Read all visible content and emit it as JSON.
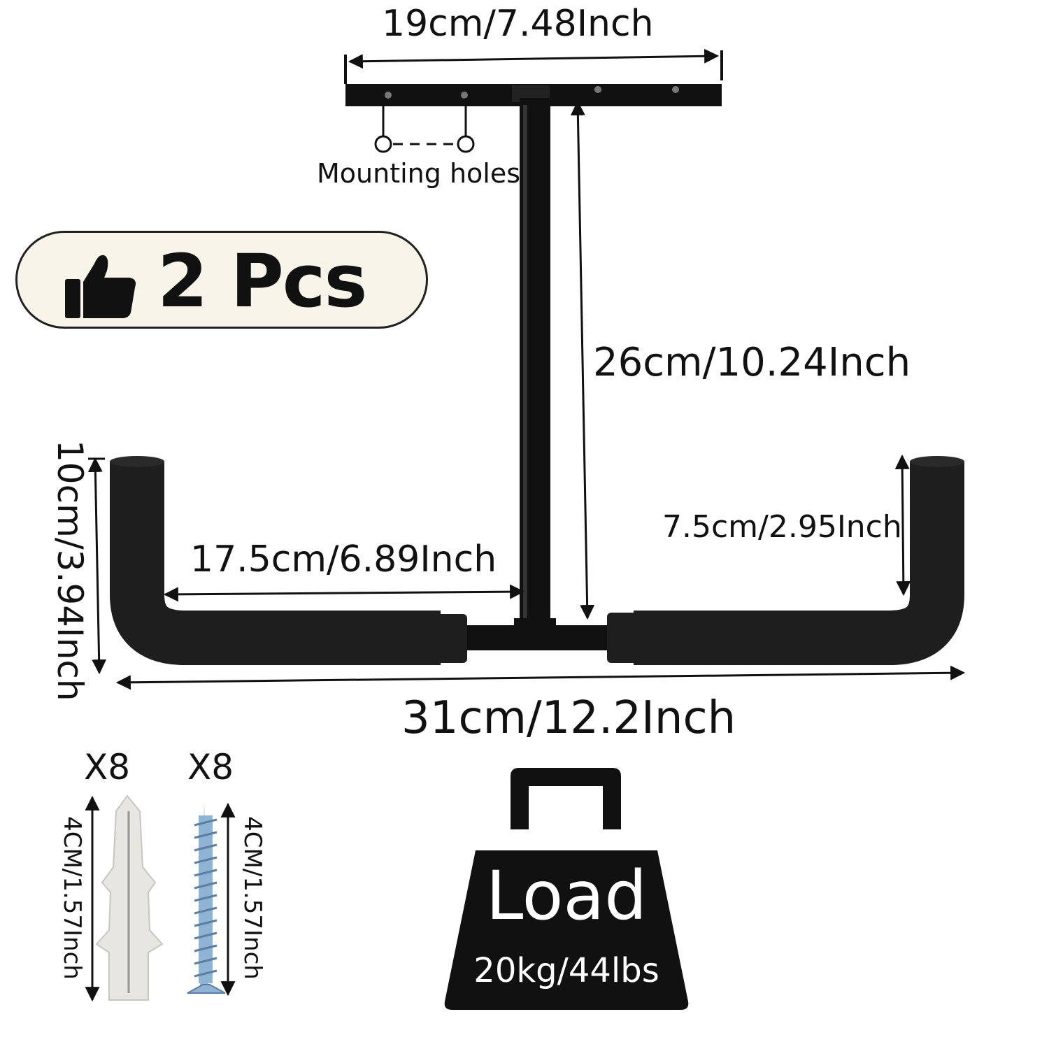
{
  "dimensions": {
    "top_plate_width": "19cm/7.48Inch",
    "stem_height": "26cm/10.24Inch",
    "hook_height": "10cm/3.94Inch",
    "arm_length": "17.5cm/6.89Inch",
    "upright_height": "7.5cm/2.95Inch",
    "total_width": "31cm/12.2Inch"
  },
  "mounting_holes_label": "Mounting holes",
  "badge": {
    "icon": "thumbs-up-icon",
    "text": "2 Pcs"
  },
  "hardware": {
    "anchor": {
      "quantity": "X8",
      "size": "4CM/1.57Inch"
    },
    "screw": {
      "quantity": "X8",
      "size": "4CM/1.57Inch"
    }
  },
  "load": {
    "title": "Load",
    "capacity": "20kg/44lbs"
  },
  "colors": {
    "metal": "#111111",
    "foam": "#1e1e1e",
    "anchor": "#e8e6e2",
    "screw": "#8fb3d3",
    "badge_bg": "#f8f4ea"
  }
}
